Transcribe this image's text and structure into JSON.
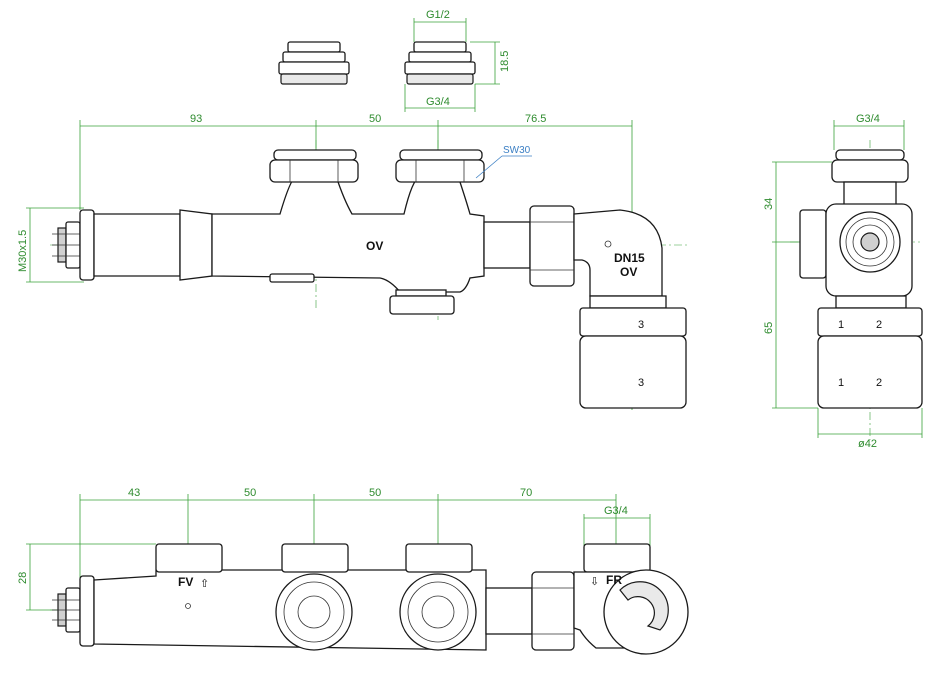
{
  "labels": {
    "main_ov": "OV",
    "elbow_dn": "DN15",
    "elbow_ov": "OV",
    "sw": "SW30",
    "fv": "FV",
    "fr": "FR",
    "cap_top": "3",
    "cap_bottom": "3",
    "side_top_1": "1",
    "side_top_2": "2",
    "side_bottom_1": "1",
    "side_bottom_2": "2"
  },
  "dimensions": {
    "top_g12": "G1/2",
    "top_185": "18.5",
    "top_g34": "G3/4",
    "front_93": "93",
    "front_50": "50",
    "front_765": "76.5",
    "front_m30": "M30x1.5",
    "side_g34": "G3/4",
    "side_34": "34",
    "side_65": "65",
    "side_d42": "ø42",
    "bottom_43": "43",
    "bottom_50a": "50",
    "bottom_50b": "50",
    "bottom_70": "70",
    "bottom_g34": "G3/4",
    "bottom_28": "28"
  },
  "colors": {
    "dimension": "#3aa13a",
    "outline": "#1a1a1a",
    "callout": "#3b7fc4"
  }
}
